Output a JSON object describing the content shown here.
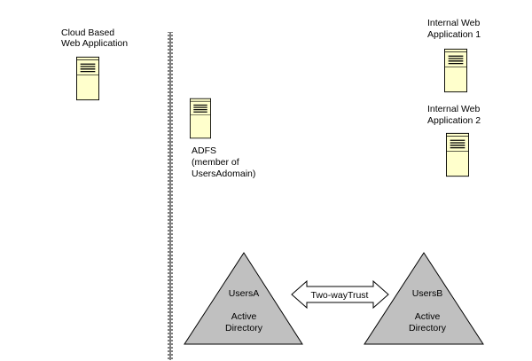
{
  "labels": {
    "cloud_app": [
      "Cloud Based",
      "Web Application"
    ],
    "adfs": [
      "ADFS",
      "(member of",
      "UsersAdomain)"
    ],
    "internal_app_1": [
      "Internal Web",
      "Application 1"
    ],
    "internal_app_2": [
      "Internal Web",
      "Application 2"
    ],
    "domain_a": {
      "name": "UsersA",
      "line1": "Active",
      "line2": "Directory"
    },
    "domain_b": {
      "name": "UsersB",
      "line1": "Active",
      "line2": "Directory"
    },
    "trust": "Two-wayTrust"
  },
  "colors": {
    "server_fill": "#ffffcc",
    "triangle_fill": "#c0c0c0",
    "stroke": "#000000",
    "boundary": "#7f7f7f"
  }
}
